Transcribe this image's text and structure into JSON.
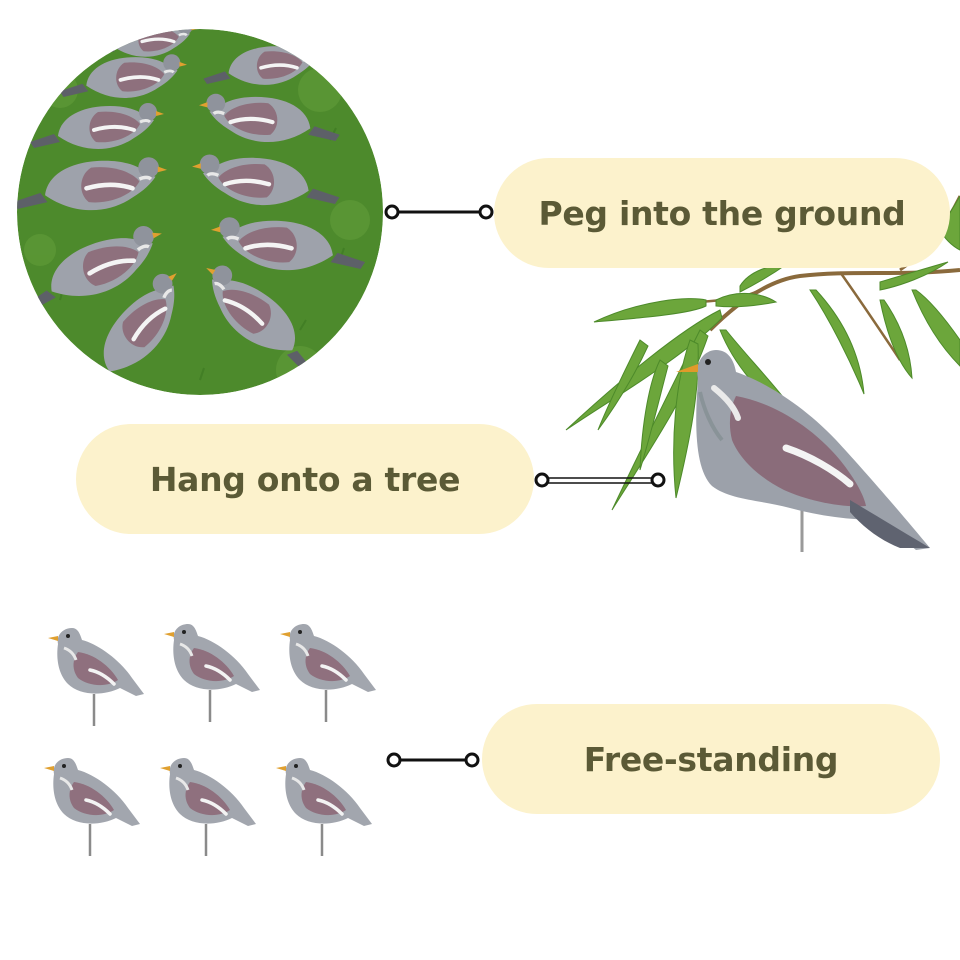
{
  "options": [
    {
      "label": "Peg into the ground"
    },
    {
      "label": "Hang onto a tree"
    },
    {
      "label": "Free-standing"
    }
  ],
  "colors": {
    "pill_bg": "#fcf2cc",
    "pill_text": "#5b5a36",
    "connector": "#111111",
    "grass": "#4f8a2e",
    "pigeon_body": "#9a9ea8",
    "pigeon_breast": "#8c6f7c",
    "leaf": "#6aa83a"
  },
  "icons": [
    "grass-pigeon-decoys-photo",
    "tree-hanging-pigeon-decoy-photo",
    "standing-pigeon-decoys-photo"
  ]
}
